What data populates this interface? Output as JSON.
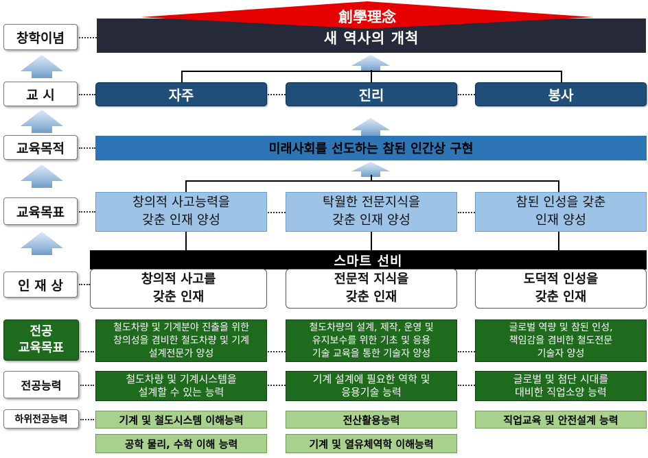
{
  "founding": {
    "title": "創學理念",
    "slogan": "새 역사의 개척"
  },
  "left_labels": {
    "founding_idea": "창학이념",
    "motto": "교  시",
    "edu_purpose": "교육목적",
    "edu_goal": "교육목표",
    "talent": "인 재 상",
    "major_goal": "전공\n교육목표",
    "major_ability": "전공능력",
    "sub_ability": "하위전공능력"
  },
  "motto": [
    "자주",
    "진리",
    "봉사"
  ],
  "purpose": "미래사회를 선도하는 참된 인간상 구현",
  "goals": [
    "창의적 사고능력을\n갖춘 인재 양성",
    "탁월한 전문지식을\n갖춘 인재 양성",
    "참된 인성을 갖춘\n인재 양성"
  ],
  "smart_bar": "스마트 선비",
  "talents": [
    "창의적 사고를\n갖춘 인재",
    "전문적 지식을\n갖춘 인재",
    "도덕적 인성을\n갖춘 인재"
  ],
  "major_goals": [
    "철도차량 및 기계분야 진출을 위한\n창의성을 겸비한 철도차량 및 기계\n설계전문가 양성",
    "철도차량의 설계, 제작, 운영 및\n유지보수를 위한 기초 및 응용\n기술 교육을 통한 기술자 양성",
    "글로벌 역량 및 참된 인성,\n책임감을 겸비한 철도전문\n기술자 양성"
  ],
  "major_abilities": [
    "철도차량 및 기계시스템을\n설계할 수 있는 능력",
    "기계 설계에 필요한 역학 및\n응용기술 능력",
    "글로벌 및 첨단 시대를\n대비한 직업소양 능력"
  ],
  "sub_abilities": {
    "col1": [
      "기계 및 철도시스템 이해능력",
      "공학 물리, 수학 이해 능력"
    ],
    "col2": [
      "전산활용능력",
      "기계 및 열유체역학 이해능력"
    ],
    "col3": [
      "직업교육 및 안전설계 능력"
    ]
  },
  "colors": {
    "header_dark": "#262a38",
    "header_red": "#e60000",
    "navy": "#1f4e79",
    "blue_bar": "#2e75b6",
    "sky": "#9dc3e6",
    "green_dark": "#1e6b1e",
    "green_light": "#a9d18e"
  }
}
